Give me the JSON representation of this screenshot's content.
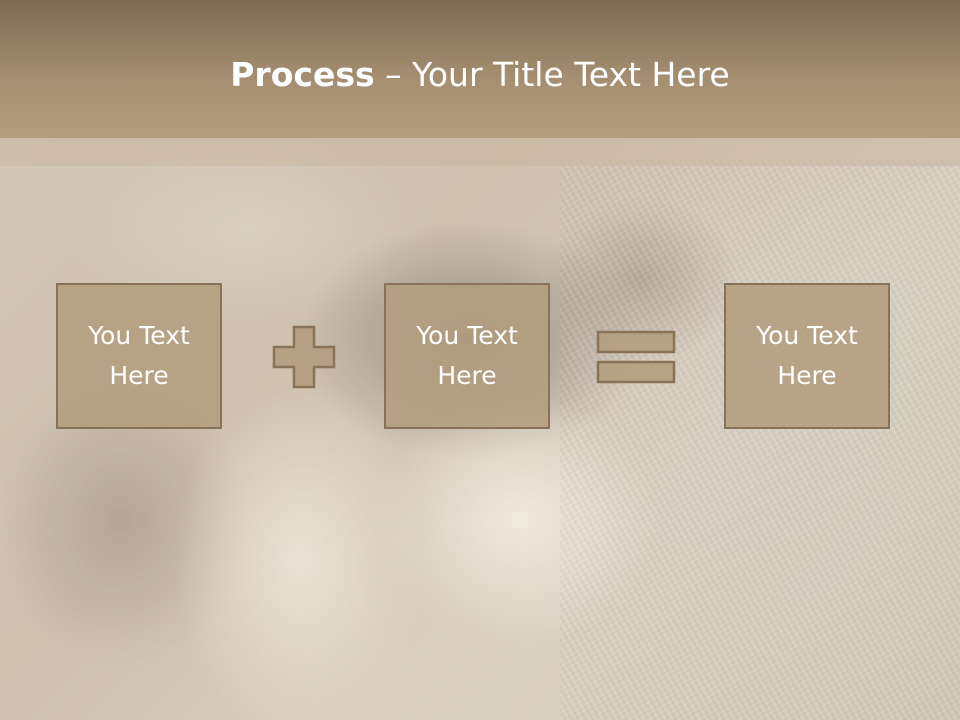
{
  "slide": {
    "title_bold": "Process",
    "title_rest": " – Your Title Text Here",
    "boxes": [
      {
        "text": "You Text Here"
      },
      {
        "text": "You Text Here"
      },
      {
        "text": "You Text Here"
      }
    ],
    "operators": {
      "first": "plus-icon",
      "second": "equals-icon"
    }
  },
  "colors": {
    "title_bar": "#a48d70",
    "box_fill": "#b49d7f",
    "box_border": "#8a7258",
    "text": "#ffffff"
  }
}
